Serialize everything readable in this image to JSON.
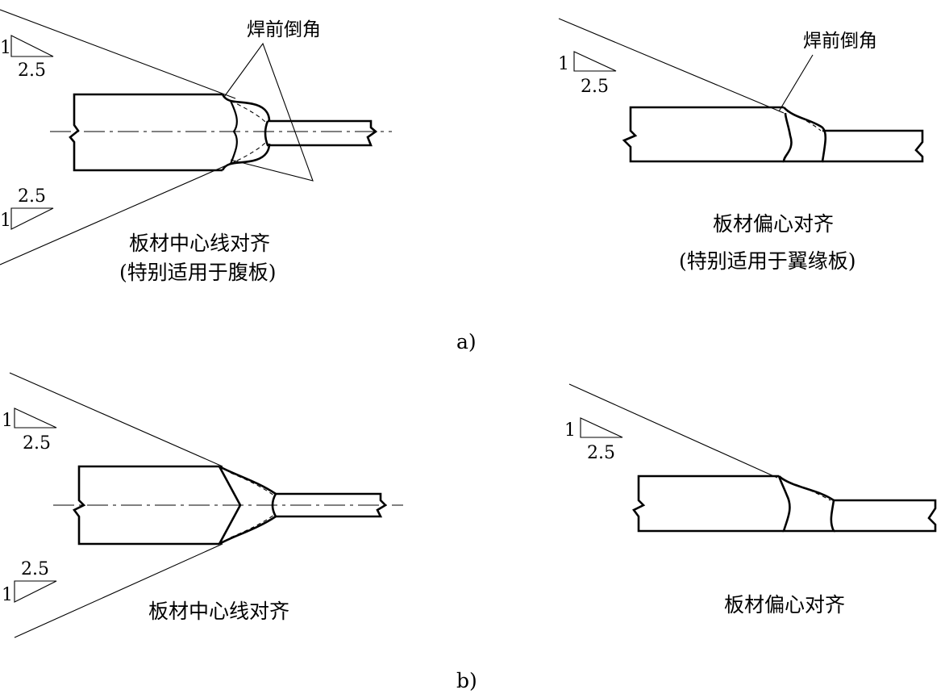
{
  "figure": {
    "a": {
      "label": "a)",
      "left": {
        "callout": "焊前倒角",
        "caption_line1": "板材中心线对齐",
        "caption_line2": "(特别适用于腹板)",
        "slope_top": {
          "rise": "1",
          "run": "2.5"
        },
        "slope_bottom": {
          "rise": "1",
          "run": "2.5"
        }
      },
      "right": {
        "callout": "焊前倒角",
        "caption_line1": "板材偏心对齐",
        "caption_line2": "(特别适用于翼缘板)",
        "slope": {
          "rise": "1",
          "run": "2.5"
        }
      }
    },
    "b": {
      "label": "b)",
      "left": {
        "caption": "板材中心线对齐",
        "slope_top": {
          "rise": "1",
          "run": "2.5"
        },
        "slope_bottom": {
          "rise": "1",
          "run": "2.5"
        }
      },
      "right": {
        "caption": "板材偏心对齐",
        "slope": {
          "rise": "1",
          "run": "2.5"
        }
      }
    }
  }
}
